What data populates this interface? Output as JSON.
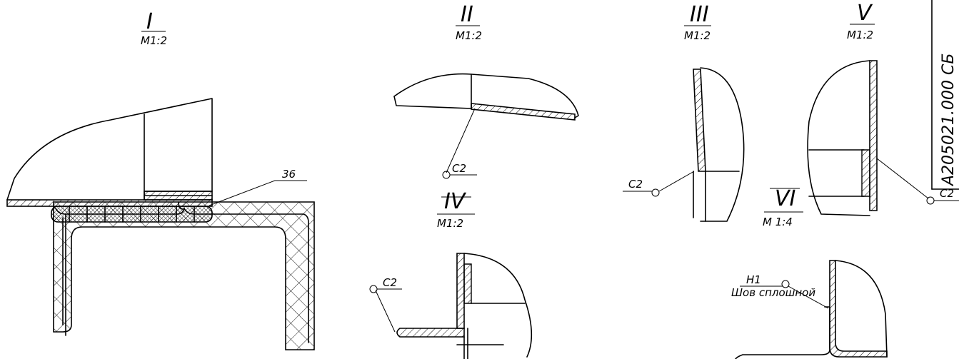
{
  "views": [
    {
      "id": "I",
      "title": "I",
      "scale": "M1:2"
    },
    {
      "id": "II",
      "title": "II",
      "scale": "M1:2"
    },
    {
      "id": "III",
      "title": "III",
      "scale": "M1:2"
    },
    {
      "id": "IV",
      "title": "IV",
      "scale": "M1:2"
    },
    {
      "id": "V",
      "title": "V",
      "scale": "M1:2"
    },
    {
      "id": "VI",
      "title": "VI",
      "scale": "M 1:4"
    }
  ],
  "callouts": {
    "part_36": "36",
    "weld_c2": "C2",
    "weld_h1": "H1",
    "weld_note": "Шов сплошной"
  },
  "title_block": {
    "code": "А205021.000 СБ"
  }
}
